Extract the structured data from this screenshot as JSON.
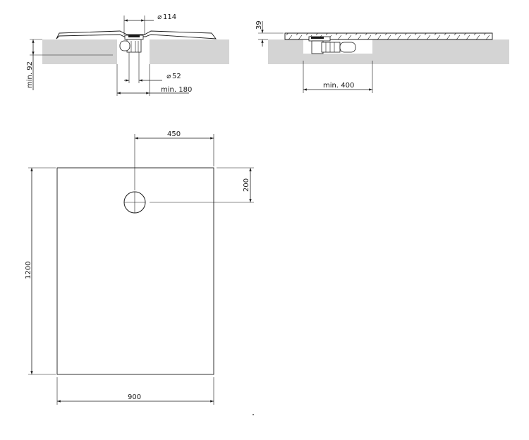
{
  "section_left": {
    "diameter_top": "114",
    "diameter_bottom": "52",
    "min_height": "min. 92",
    "min_width": "min. 180"
  },
  "section_right": {
    "thickness": "39",
    "min_width": "min. 400"
  },
  "plan": {
    "width": "900",
    "length": "1200",
    "drain_offset_x": "450",
    "drain_offset_y": "200"
  },
  "colors": {
    "floor": "#d4d4d4",
    "line": "#1a1a1a"
  }
}
